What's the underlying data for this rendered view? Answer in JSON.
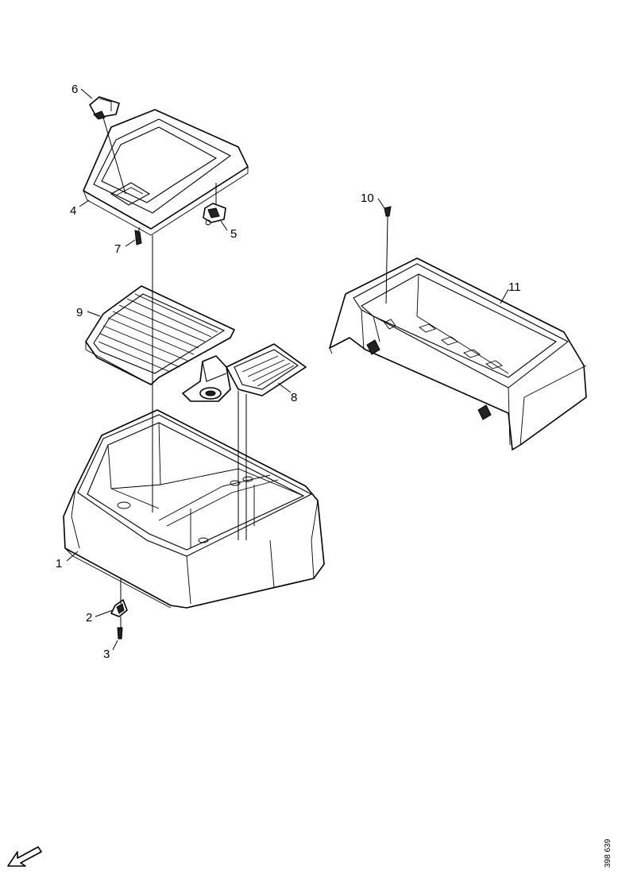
{
  "labels": {
    "p1": "1",
    "p2": "2",
    "p3": "3",
    "p4": "4",
    "p5": "5",
    "p6": "6",
    "p7": "7",
    "p8": "8",
    "p9": "9",
    "p10": "10",
    "p11": "11"
  },
  "drawing_code": "398 639",
  "icons": {
    "direction": "direction-arrow-icon"
  }
}
